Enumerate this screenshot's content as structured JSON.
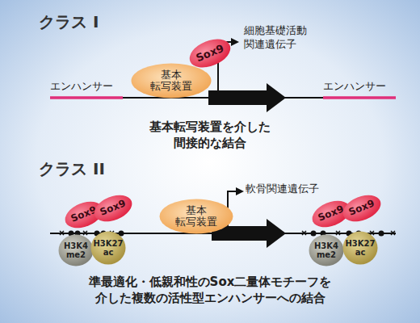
{
  "diagram": {
    "nodes": [
      {
        "text": [
          "基本 転写装置"
        ]
      },
      {
        "text": [
          "Sox9"
        ]
      },
      {
        "text": [
          "Sox9"
        ]
      },
      {
        "text": [
          "Sox9"
        ]
      },
      {
        "text": [
          "H3K4 me2"
        ]
      },
      {
        "text": [
          "H3K27 ac"
        ]
      },
      {
        "text": [
          "基本 転写装置"
        ]
      },
      {
        "text": [
          "Sox9"
        ]
      },
      {
        "text": [
          "Sox9"
        ]
      },
      {
        "text": [
          "H3K4 me2"
        ]
      },
      {
        "text": [
          "H3K27 ac"
        ]
      }
    ],
    "labels": [
      "クラス I",
      "細胞基礎活動 関連遺伝子",
      "エンハンサー",
      "エンハンサー",
      "基本転写装置を介した 間接的な結合",
      "クラス II",
      "軟骨関連遺伝子",
      "準最適化・低親和性のSox二量体モチーフを 介した複数の活性型エンハンサーへの結合"
    ]
  }
}
